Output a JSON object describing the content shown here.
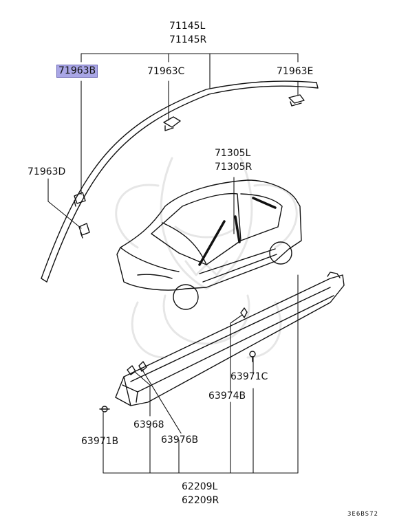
{
  "labels": {
    "p71145L": "71145L",
    "p71145R": "71145R",
    "p71963B": "71963B",
    "p71963C": "71963C",
    "p71963E": "71963E",
    "p71963D": "71963D",
    "p71305L": "71305L",
    "p71305R": "71305R",
    "p63971C": "63971C",
    "p63974B": "63974B",
    "p63968": "63968",
    "p63976B": "63976B",
    "p63971B": "63971B",
    "p62209L": "62209L",
    "p62209R": "62209R"
  },
  "diagram_code": "3E6BS72",
  "highlight_color": "#a9a6e6"
}
